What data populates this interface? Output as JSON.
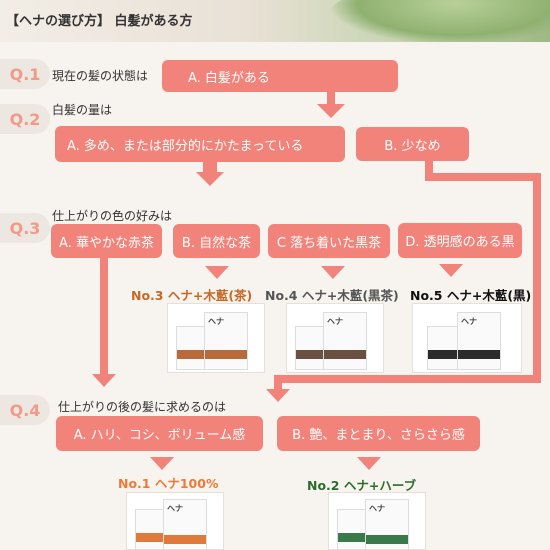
{
  "header": {
    "title": "【ヘナの選び方】 白髪がある方"
  },
  "q1": {
    "label": "Q.1",
    "text": "現在の髪の状態は",
    "option_a": "A. 白髪がある"
  },
  "q2": {
    "label": "Q.2",
    "text": "白髪の量は",
    "option_a": "A. 多め、または部分的にかたまっている",
    "option_b": "B. 少なめ"
  },
  "q3": {
    "label": "Q.3",
    "text": "仕上がりの色の好みは",
    "options": [
      "A. 華やかな赤茶",
      "B. 自然な茶",
      "C 落ち着いた黒茶",
      "D. 透明感のある黒"
    ],
    "results": [
      "No.3 ヘナ+木藍(茶)",
      "No.4 ヘナ+木藍(黒茶)",
      "No.5 ヘナ+木藍(黒)"
    ]
  },
  "q4": {
    "label": "Q.4",
    "text": "仕上がりの後の髪に求めるのは",
    "option_a": "A. ハリ、コシ、ボリューム感",
    "option_b": "B. 艶、まとまり、さらさら感",
    "results": [
      "No.1 ヘナ100%",
      "No.2 ヘナ+ハーブ"
    ]
  },
  "product": {
    "logo": "ヘナ"
  },
  "colors": {
    "accent": "#f2837a",
    "q_label": "#f29a8a",
    "no3": "#c46a25",
    "no4": "#555555",
    "no5": "#111111",
    "no1": "#ee7a38",
    "no2": "#2f6b2f"
  }
}
